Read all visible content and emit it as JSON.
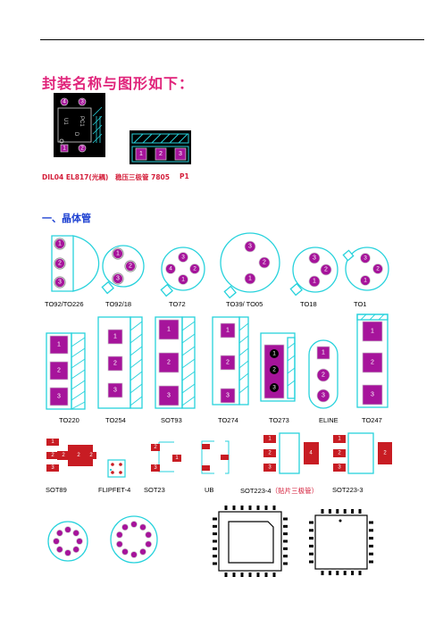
{
  "heading": "封装名称与图形如下：",
  "captions": {
    "dil04": "DIL04 EL817(光耦)",
    "reg": "稳压三极管 7805",
    "p1": "P1"
  },
  "section1": "一、晶体管",
  "through_hole_row1": [
    "TO92/TO226",
    "TO92/18",
    "TO72",
    "TO39/ TO05",
    "TO18",
    "TO1"
  ],
  "through_hole_row2": [
    "TO220",
    "TO254",
    "SOT93",
    "TO274",
    "TO273",
    "ELINE",
    "TO247"
  ],
  "smd_row": [
    "SOT89",
    "FLIPFET-4",
    "SOT23",
    "UB",
    "SOT223-4",
    "SOT223-3"
  ],
  "smd_note": "（贴片三极管）",
  "dil04_silk": [
    "U1",
    "PC1",
    "D"
  ],
  "pins": {
    "p1": "1",
    "p2": "2",
    "p3": "3",
    "p4": "4"
  },
  "colors": {
    "pad": "#a6149b",
    "outline": "#27d2dc",
    "smd_pad": "#c81c23",
    "heading": "#e0237a",
    "section": "#1b3fd1"
  }
}
